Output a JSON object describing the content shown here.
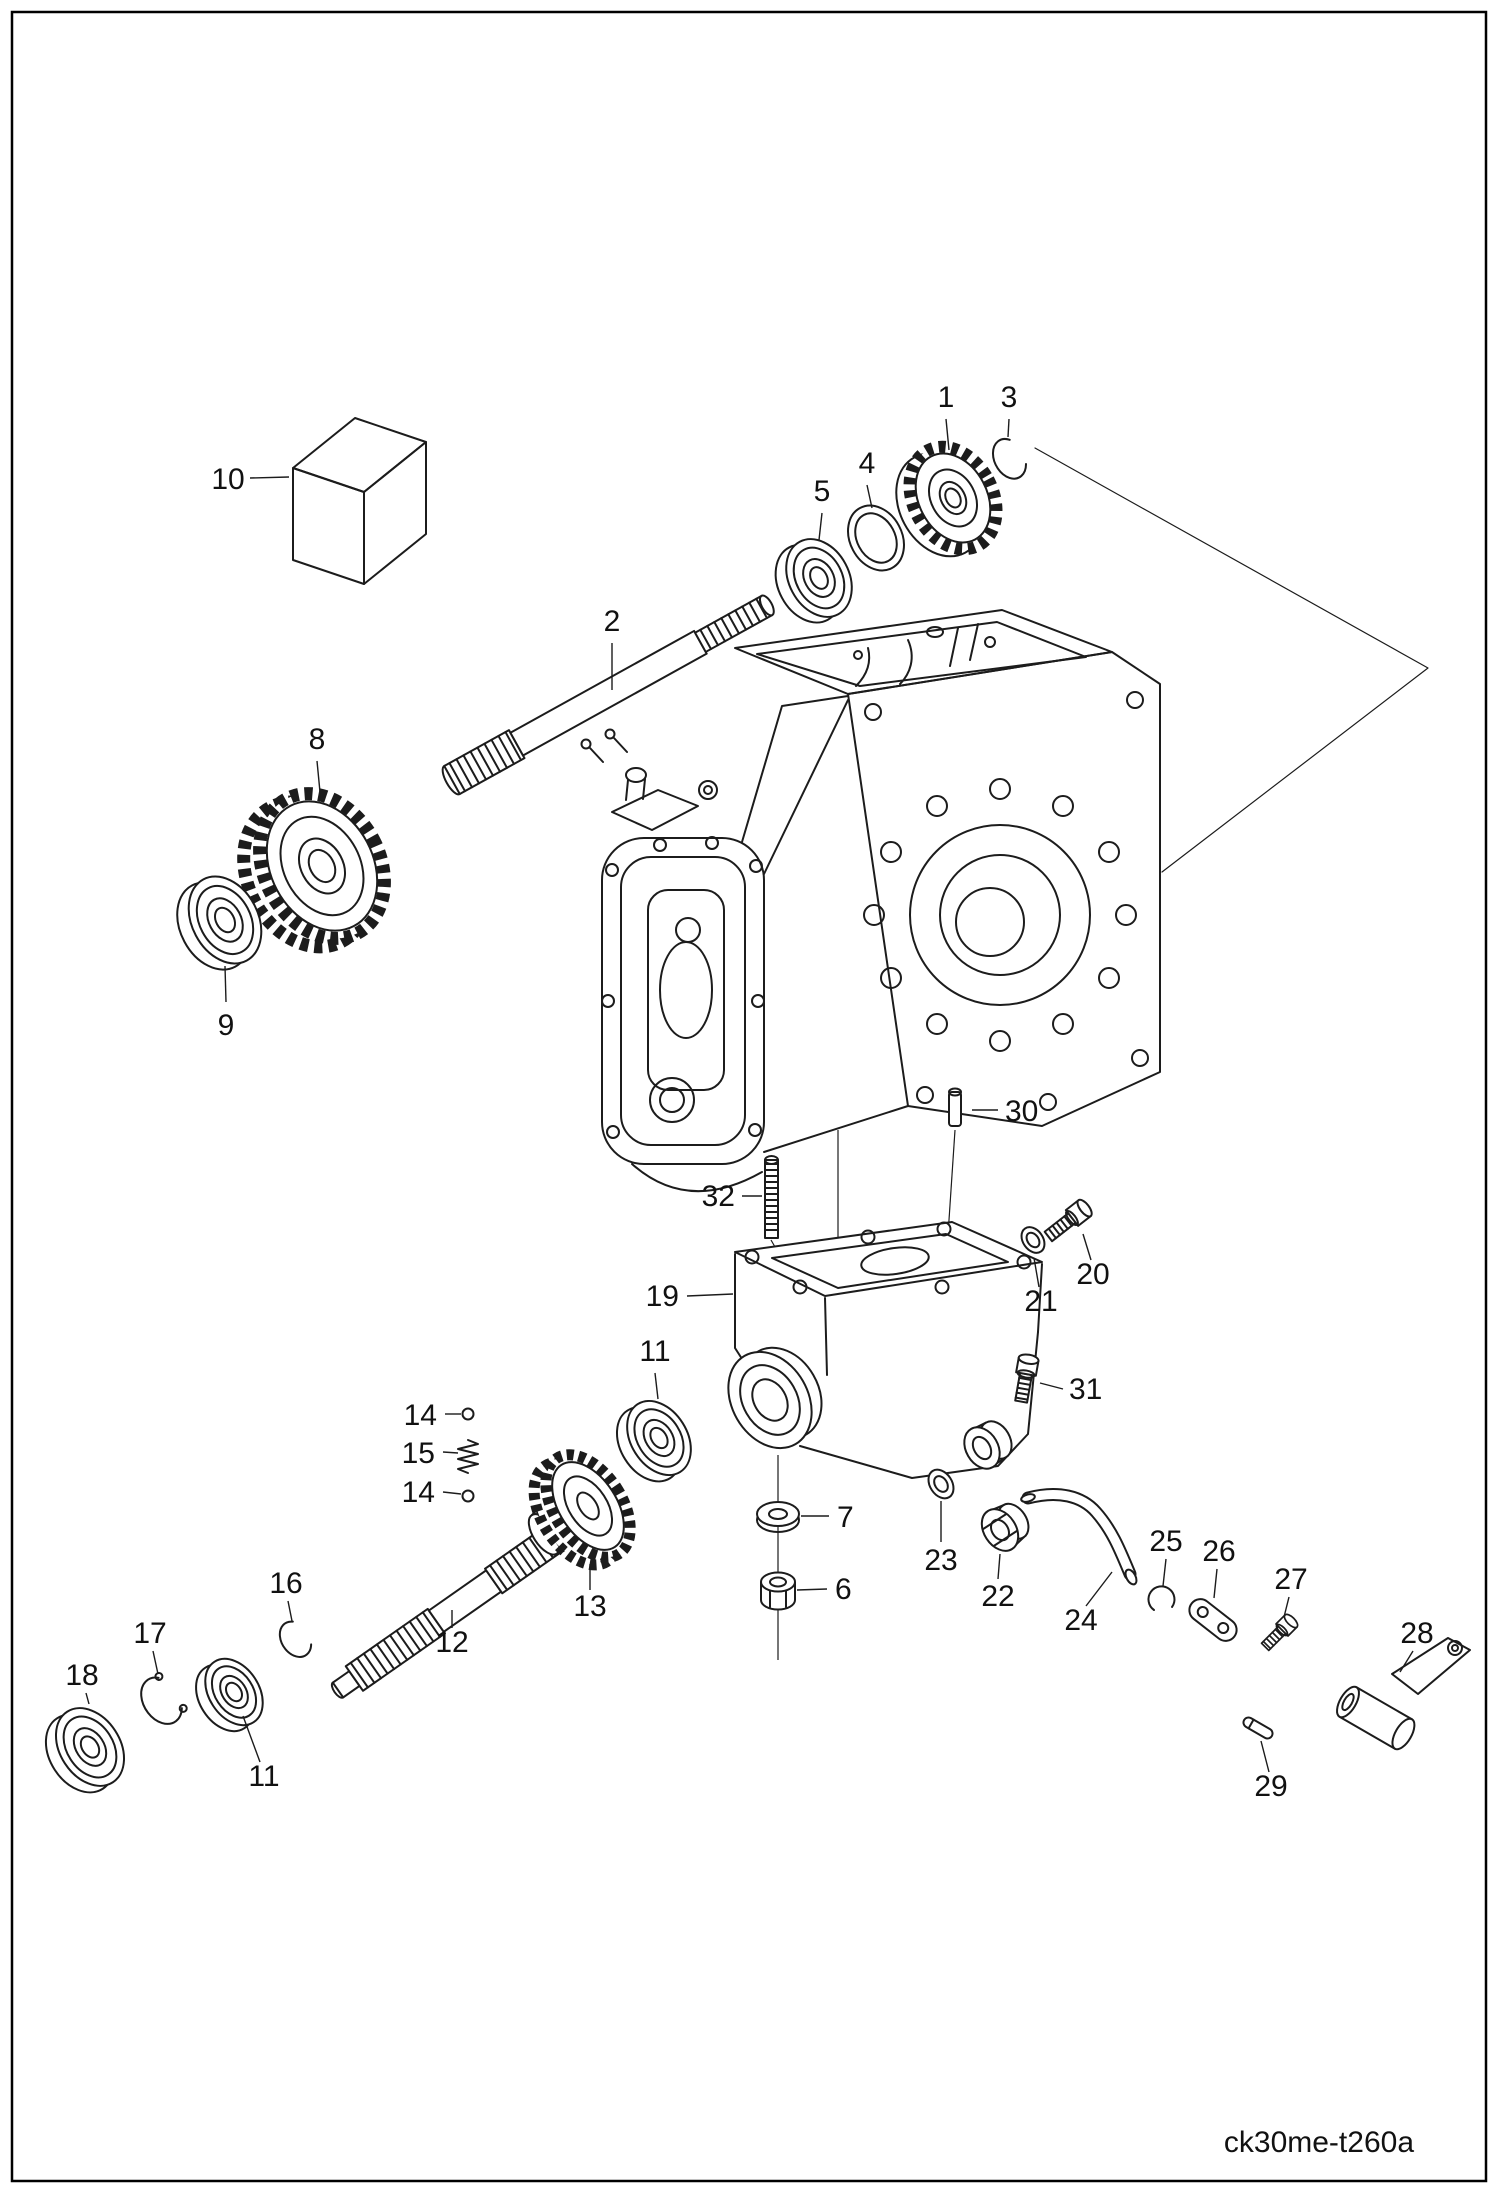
{
  "figure": {
    "code": "ck30me-t260a"
  },
  "colors": {
    "ink": "#1c1c1c",
    "paper": "#ffffff"
  },
  "callouts": [
    "10",
    "1",
    "3",
    "4",
    "5",
    "2",
    "8",
    "9",
    "30",
    "32",
    "20",
    "21",
    "19",
    "11",
    "31",
    "14",
    "15",
    "14",
    "7",
    "23",
    "13",
    "22",
    "6",
    "24",
    "25",
    "26",
    "27",
    "28",
    "29",
    "16",
    "12",
    "17",
    "18",
    "11"
  ]
}
